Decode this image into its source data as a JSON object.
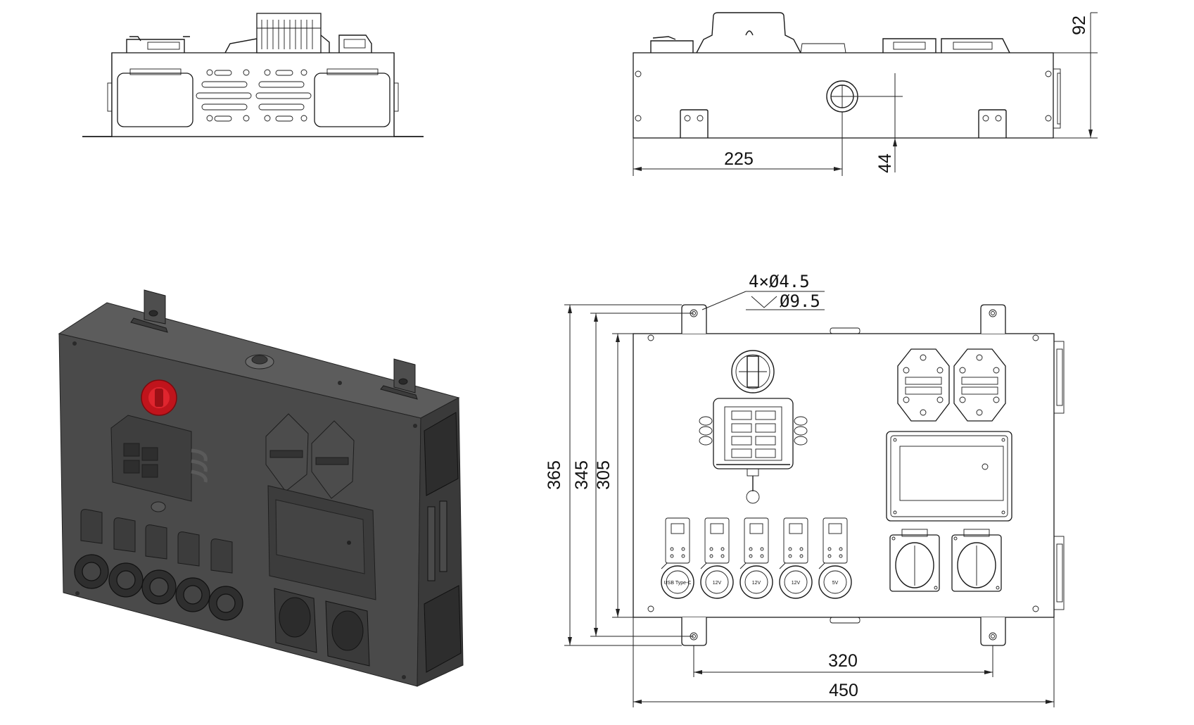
{
  "dimensions": {
    "height_total": "92",
    "breaker_offset": "225",
    "breaker_height": "44",
    "overall_height": "365",
    "tab_hole_pitch_v": "345",
    "body_height": "305",
    "tab_hole_pitch_h": "320",
    "body_width": "450"
  },
  "hole_note": {
    "line1": "4×Ø4.5",
    "line2": "Ø9.5"
  },
  "socket_labels": [
    "12V",
    "12V",
    "12V",
    "5V"
  ],
  "usb_label": "USB Type-C",
  "colors": {
    "line": "#1a1a1a",
    "enclosure_dark": "#4a4a4a",
    "enclosure_side": "#3a3a3a",
    "enclosure_top": "#5c5c5c",
    "accent_red": "#c0141c"
  }
}
